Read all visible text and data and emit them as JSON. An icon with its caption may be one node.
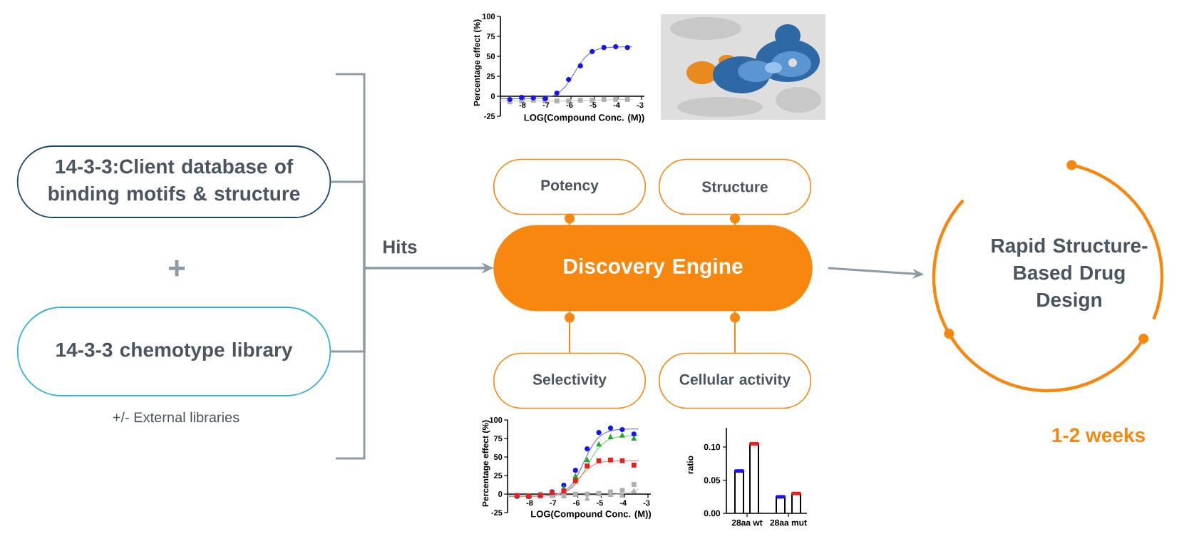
{
  "diagram": {
    "nodes": [
      {
        "text": [
          "14-3-3:Client database of binding motifs & structure"
        ]
      },
      {
        "text": [
          "14-3-3 chemotype library"
        ],
        "beside": [
          "+/- External libraries"
        ]
      },
      {
        "text": [
          "Discovery Engine"
        ]
      },
      {
        "text": [
          "Potency"
        ]
      },
      {
        "text": [
          "Structure"
        ]
      },
      {
        "text": [
          "Selectivity"
        ]
      },
      {
        "text": [
          "Cellular activity"
        ]
      },
      {
        "text": [
          "Rapid Structure-Based Drug Design"
        ],
        "beside": [
          "1-2 weeks"
        ]
      }
    ],
    "edges": [
      {
        "from": 0,
        "to": 2,
        "arrow": "to",
        "label": "Hits",
        "color": "#8c9aa6"
      },
      {
        "from": 1,
        "to": 2,
        "arrow": "to",
        "color": "#8c9aa6"
      },
      {
        "from": 3,
        "to": 2,
        "arrow": "other"
      },
      {
        "from": 4,
        "to": 2,
        "arrow": "other"
      },
      {
        "from": 5,
        "to": 2,
        "arrow": "other"
      },
      {
        "from": 6,
        "to": 2,
        "arrow": "other"
      },
      {
        "from": 2,
        "to": 7,
        "arrow": "to",
        "color": "#8c9aa6"
      }
    ],
    "labels": [
      "100",
      "75",
      "50",
      "25",
      "0",
      "-25",
      "Percentage effect (%)",
      "-8",
      "-7",
      "-6",
      "-5",
      "-4",
      "-3",
      "LOG(Compound Conc. (M))",
      "+",
      "100",
      "75",
      "50",
      "25",
      "0",
      "-25",
      "Percentage effect (%)",
      "-8",
      "-7",
      "-6",
      "-5",
      "-4",
      "-3",
      "LOG(Compound Conc. (M))",
      "0.10",
      "0.05",
      "0.00",
      "ratio",
      "28aa wt",
      "28aa mut"
    ]
  }
}
